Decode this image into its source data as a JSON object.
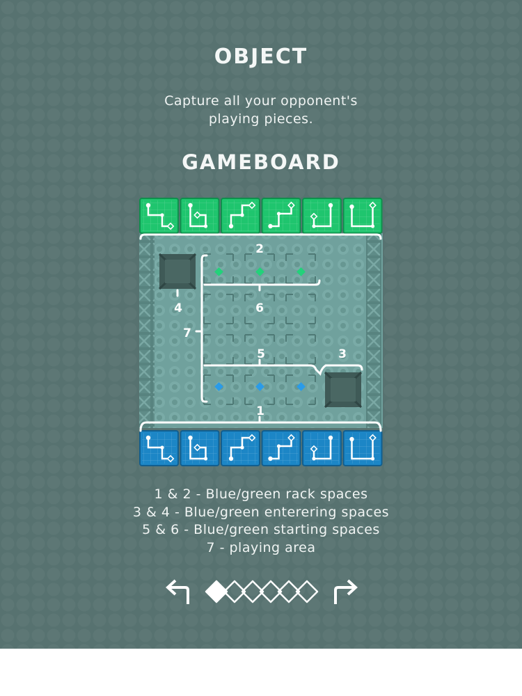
{
  "object": {
    "title": "OBJECT",
    "description_line1": "Capture all your opponent's",
    "description_line2": "playing pieces."
  },
  "gameboard": {
    "title": "GAMEBOARD",
    "callouts": {
      "green_rack": "2",
      "blue_rack": "1",
      "blue_enter": "3",
      "green_enter": "4",
      "blue_start": "5",
      "green_start": "6",
      "play_area": "7"
    }
  },
  "legend": [
    "1 & 2 - Blue/green rack spaces",
    "3 & 4 - Blue/green enterering spaces",
    "5 & 6 - Blue/green starting spaces",
    "7 - playing area"
  ],
  "pagination": {
    "total_pages": 6,
    "current_page": 1
  },
  "colors": {
    "background": "#577270",
    "board": "#6e9e9a",
    "green_tile": "#1fc56e",
    "blue_tile": "#1c86c6",
    "green_marker": "#22d27a",
    "blue_marker": "#2a9be8",
    "text": "#f4f7f6"
  },
  "icons": {
    "prev": "return-left-arrow-icon",
    "next": "return-right-arrow-icon",
    "page_indicator": "diamond-icon"
  }
}
